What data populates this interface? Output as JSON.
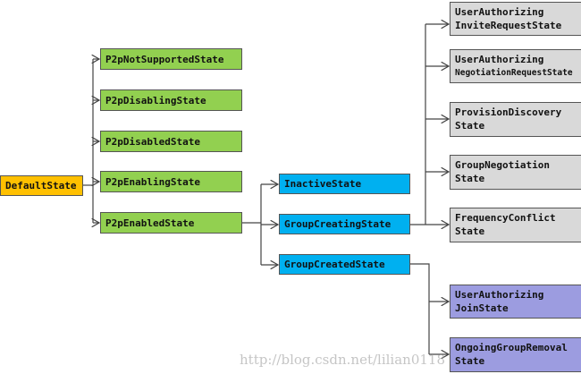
{
  "root": {
    "label": "DefaultState",
    "color": "#FFC000"
  },
  "p2p_states": [
    "P2pNotSupportedState",
    "P2pDisablingState",
    "P2pDisabledState",
    "P2pEnablingState",
    "P2pEnabledState"
  ],
  "group_states": [
    "InactiveState",
    "GroupCreatingState",
    "GroupCreatedState"
  ],
  "creating_children": [
    {
      "line1": "UserAuthorizing",
      "line2": "InviteRequestState"
    },
    {
      "line1": "UserAuthorizing",
      "line2": "NegotiationRequestState"
    },
    {
      "line1": "ProvisionDiscovery",
      "line2": "State"
    },
    {
      "line1": "GroupNegotiation",
      "line2": "State"
    },
    {
      "line1": "FrequencyConflict",
      "line2": "State"
    }
  ],
  "created_children": [
    {
      "line1": "UserAuthorizing",
      "line2": "JoinState"
    },
    {
      "line1": "OngoingGroupRemoval",
      "line2": "State"
    }
  ],
  "colors": {
    "green": "#92D050",
    "blue": "#00B0F0",
    "gray": "#D9D9D9",
    "purple": "#9C9CE0"
  },
  "watermark": "http://blog.csdn.net/lilian0118"
}
